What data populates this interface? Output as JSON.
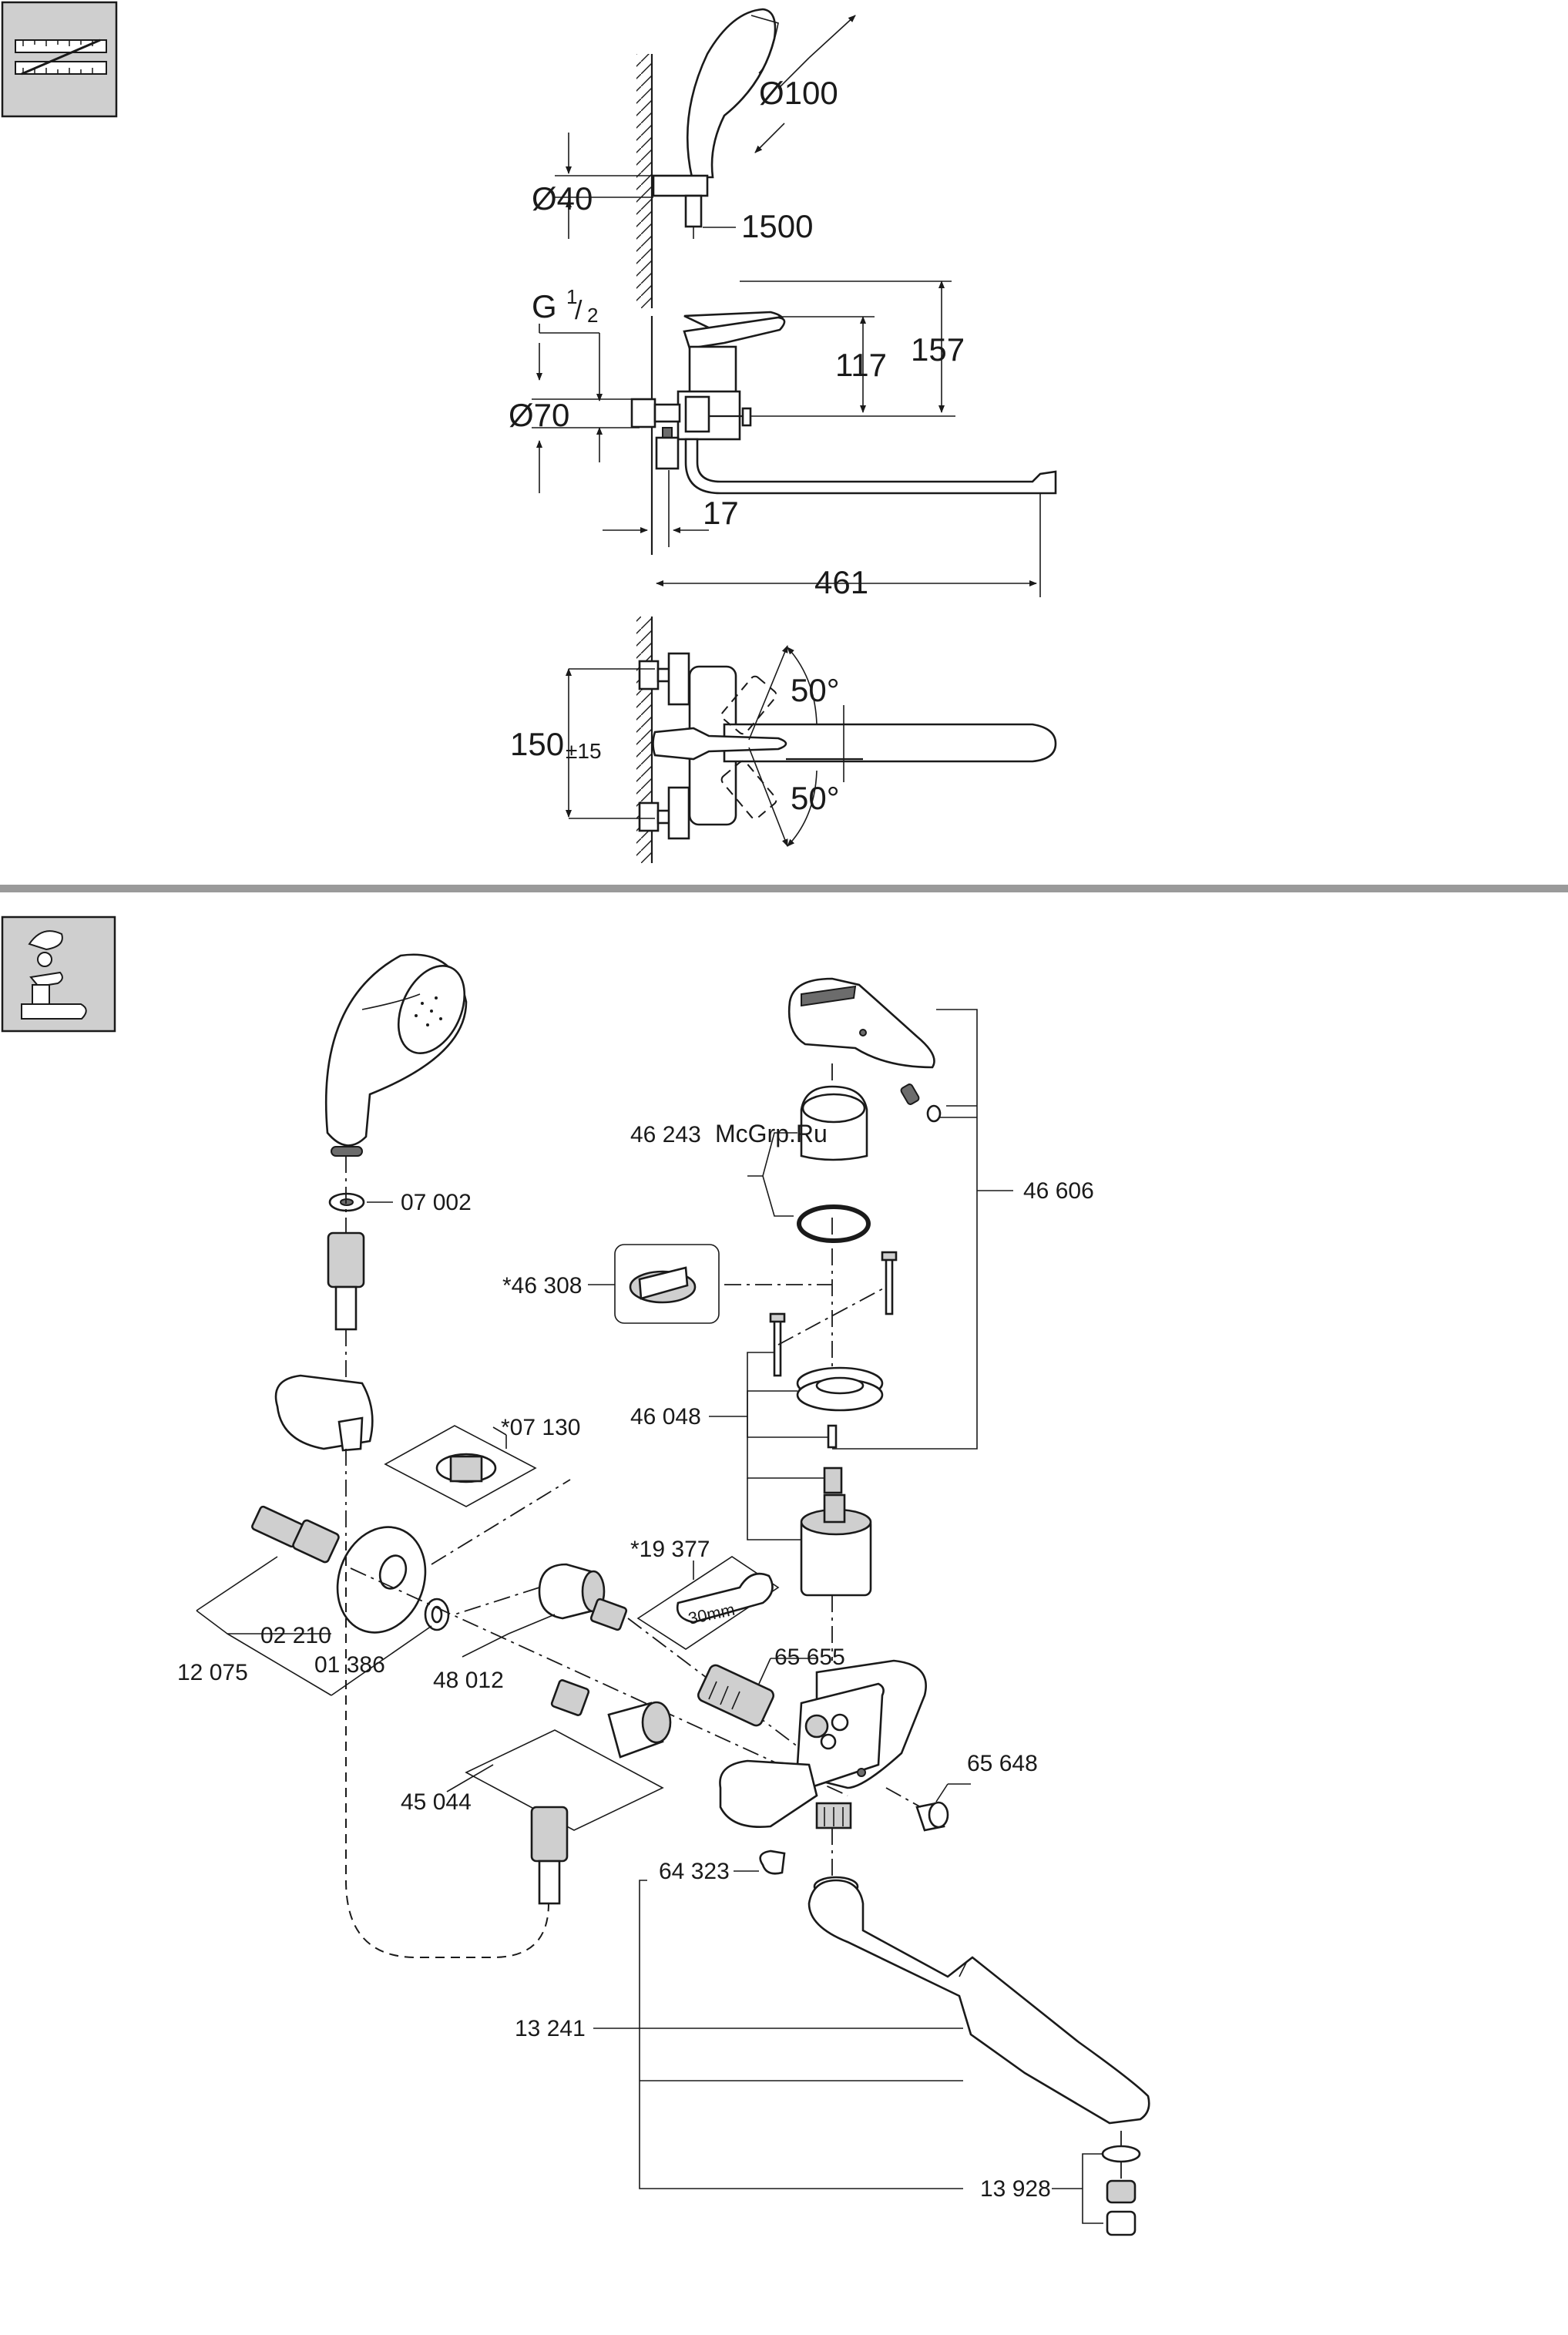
{
  "watermark": "McGrp.Ru",
  "colors": {
    "line": "#1a1a1a",
    "separator": "#9a9a9a",
    "icon_bg": "#cfcfcf",
    "watermark": "#d21f1f"
  },
  "icons": {
    "top": "measuring-tape-icon",
    "bottom": "faucet-parts-icon"
  },
  "dimensions": {
    "handshower_diameter": "Ø100",
    "wall_holder_diameter": "Ø40",
    "hose_length": "1500",
    "thread_g": "G",
    "thread_num": "1",
    "thread_den": "2",
    "escutcheon_diameter": "Ø70",
    "height_117": "117",
    "height_157": "157",
    "wall_offset": "17",
    "spout_reach": "461",
    "center_distance": "150",
    "center_tolerance": "±15",
    "angle_upper": "50°",
    "angle_lower": "50°"
  },
  "parts": [
    {
      "id": "p07002",
      "label": "07 002"
    },
    {
      "id": "p46243",
      "label": "46 243"
    },
    {
      "id": "p46606",
      "label": "46 606"
    },
    {
      "id": "p46308",
      "label": "*46 308"
    },
    {
      "id": "p07130",
      "label": "*07 130"
    },
    {
      "id": "p46048",
      "label": "46 048"
    },
    {
      "id": "p19377",
      "label": "*19 377"
    },
    {
      "id": "p02210",
      "label": "02 210"
    },
    {
      "id": "p12075",
      "label": "12 075"
    },
    {
      "id": "p01386",
      "label": "01 386"
    },
    {
      "id": "p48012",
      "label": "48 012"
    },
    {
      "id": "p65655",
      "label": "65 655"
    },
    {
      "id": "p65648",
      "label": "65 648"
    },
    {
      "id": "p45044",
      "label": "45 044"
    },
    {
      "id": "p64323",
      "label": "64 323"
    },
    {
      "id": "p13241",
      "label": "13 241"
    },
    {
      "id": "p13928",
      "label": "13 928"
    }
  ],
  "wrench_size": "30mm"
}
